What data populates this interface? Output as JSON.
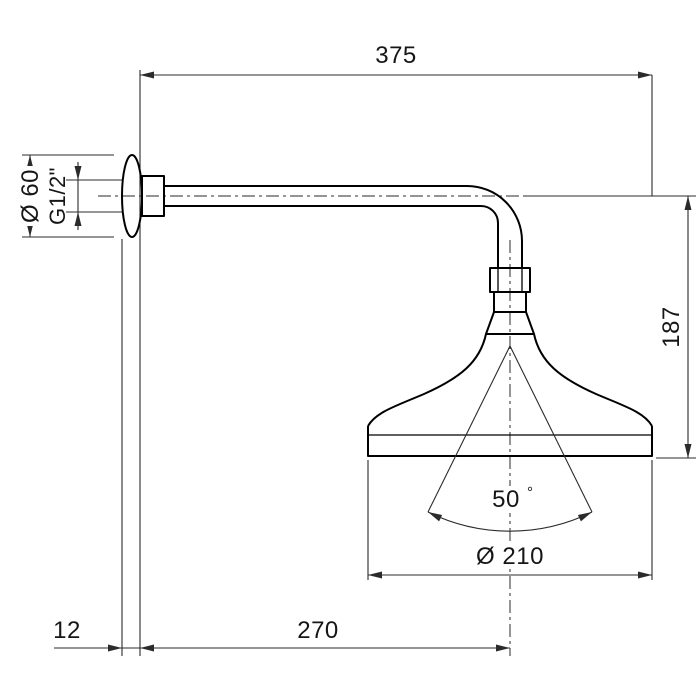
{
  "drawing": {
    "dim_projection_total": "375",
    "dim_flange_diameter": "Ø 60",
    "dim_thread": "G1/2\"",
    "dim_height_drop": "187",
    "dim_spray_angle": "50",
    "dim_spray_angle_unit": "°",
    "dim_head_diameter": "Ø 210",
    "dim_wall_plate_depth": "12",
    "dim_arm_center_offset": "270"
  }
}
